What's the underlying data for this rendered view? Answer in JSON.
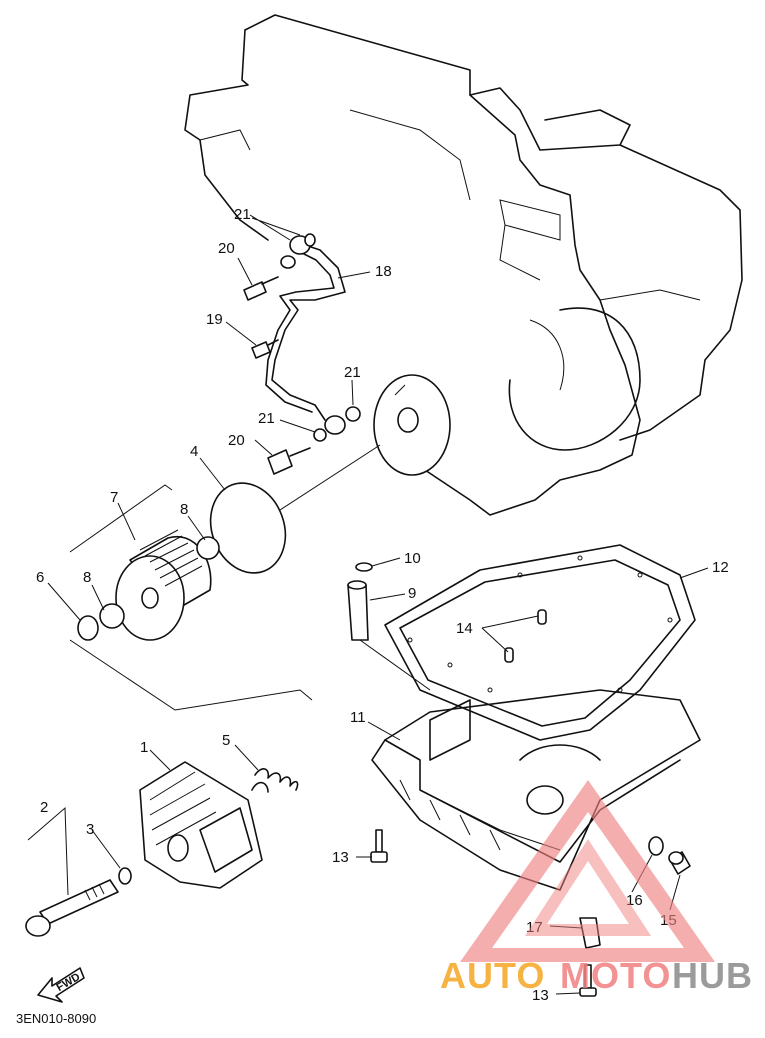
{
  "callouts": {
    "p1": "1",
    "p2": "2",
    "p3": "3",
    "p4": "4",
    "p5": "5",
    "p6": "6",
    "p7": "7",
    "p8a": "8",
    "p8b": "8",
    "p9": "9",
    "p10": "10",
    "p11": "11",
    "p12": "12",
    "p13a": "13",
    "p13b": "13",
    "p14": "14",
    "p15": "15",
    "p16": "16",
    "p17": "17",
    "p18": "18",
    "p19": "19",
    "p20a": "20",
    "p20b": "20",
    "p21a": "21",
    "p21b": "21",
    "p21c": "21"
  },
  "caption": "3EN010-8090",
  "fwd_label": "FWD",
  "watermark": {
    "auto": "AUTO",
    "moto": "MOTO",
    "hub": "HUB",
    "colors": {
      "red": "#f08080",
      "orange": "#f5a623",
      "gray": "#8a8a8a"
    }
  }
}
